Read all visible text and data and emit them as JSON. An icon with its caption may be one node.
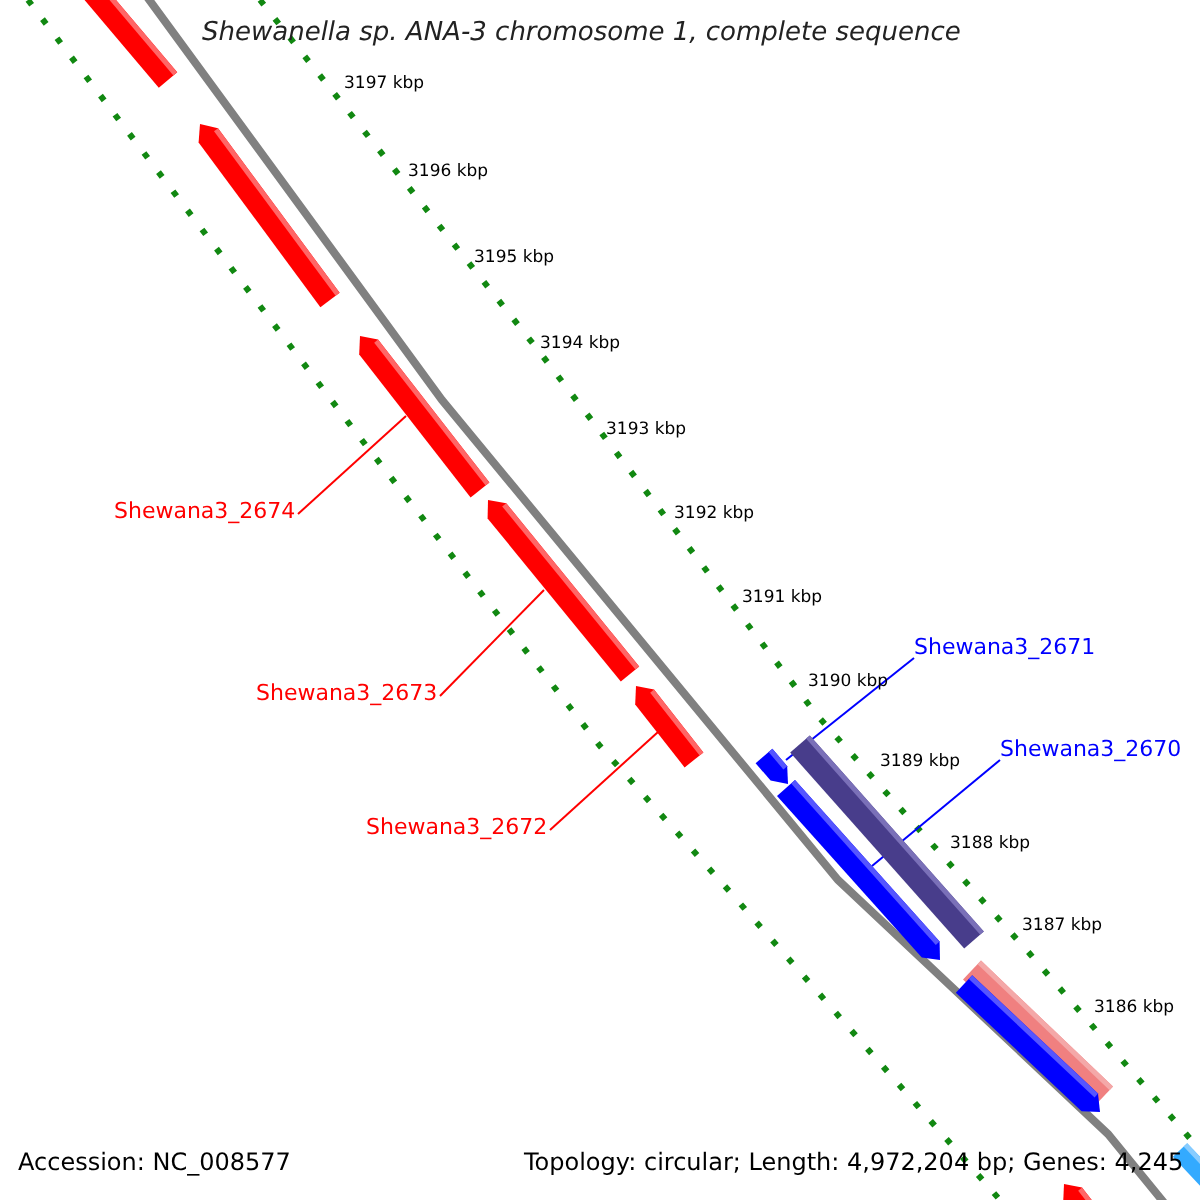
{
  "diagram": {
    "title": "Shewanella sp. ANA-3 chromosome 1, complete sequence",
    "nodes": [
      {
        "text": [
          "Shewana3_2674"
        ]
      },
      {
        "text": [
          "Shewana3_2671"
        ]
      },
      {
        "text": [
          "Shewana3_2673"
        ]
      },
      {
        "text": [
          "Shewana3_2670"
        ]
      },
      {
        "text": [
          "Shewana3_2672"
        ]
      },
      {
        "text": [],
        "shape": "bar"
      },
      {
        "text": [],
        "shape": "bar"
      },
      {
        "text": [],
        "shape": "bar"
      },
      {
        "text": [],
        "shape": "bar"
      },
      {
        "text": [],
        "shape": "bar"
      },
      {
        "text": [],
        "shape": "box"
      },
      {
        "text": [],
        "shape": "bar"
      },
      {
        "text": [],
        "shape": "bar"
      },
      {
        "text": [],
        "shape": "box"
      },
      {
        "text": [],
        "shape": "bar"
      },
      {
        "text": [],
        "shape": "box"
      },
      {
        "text": [],
        "shape": "bar"
      }
    ],
    "edges": [
      {
        "from": 0,
        "to": 7,
        "arrow": "none"
      },
      {
        "from": 1,
        "to": 11,
        "arrow": "none",
        "color": "#0000ff"
      },
      {
        "from": 2,
        "to": 8,
        "arrow": "none"
      },
      {
        "from": 3,
        "to": 12,
        "arrow": "none",
        "color": "#0000ff"
      },
      {
        "from": 4,
        "to": 9,
        "arrow": "none"
      }
    ],
    "labels": [
      "3197 kbp",
      "3196 kbp",
      "3195 kbp",
      "3194 kbp",
      "3193 kbp",
      "3192 kbp",
      "3191 kbp",
      "3190 kbp",
      "3189 kbp",
      "3188 kbp",
      "3187 kbp",
      "3186 kbp",
      "Accession: NC_008577",
      "Topology: circular; Length: 4,972,204 bp; Genes: 4,245"
    ]
  }
}
